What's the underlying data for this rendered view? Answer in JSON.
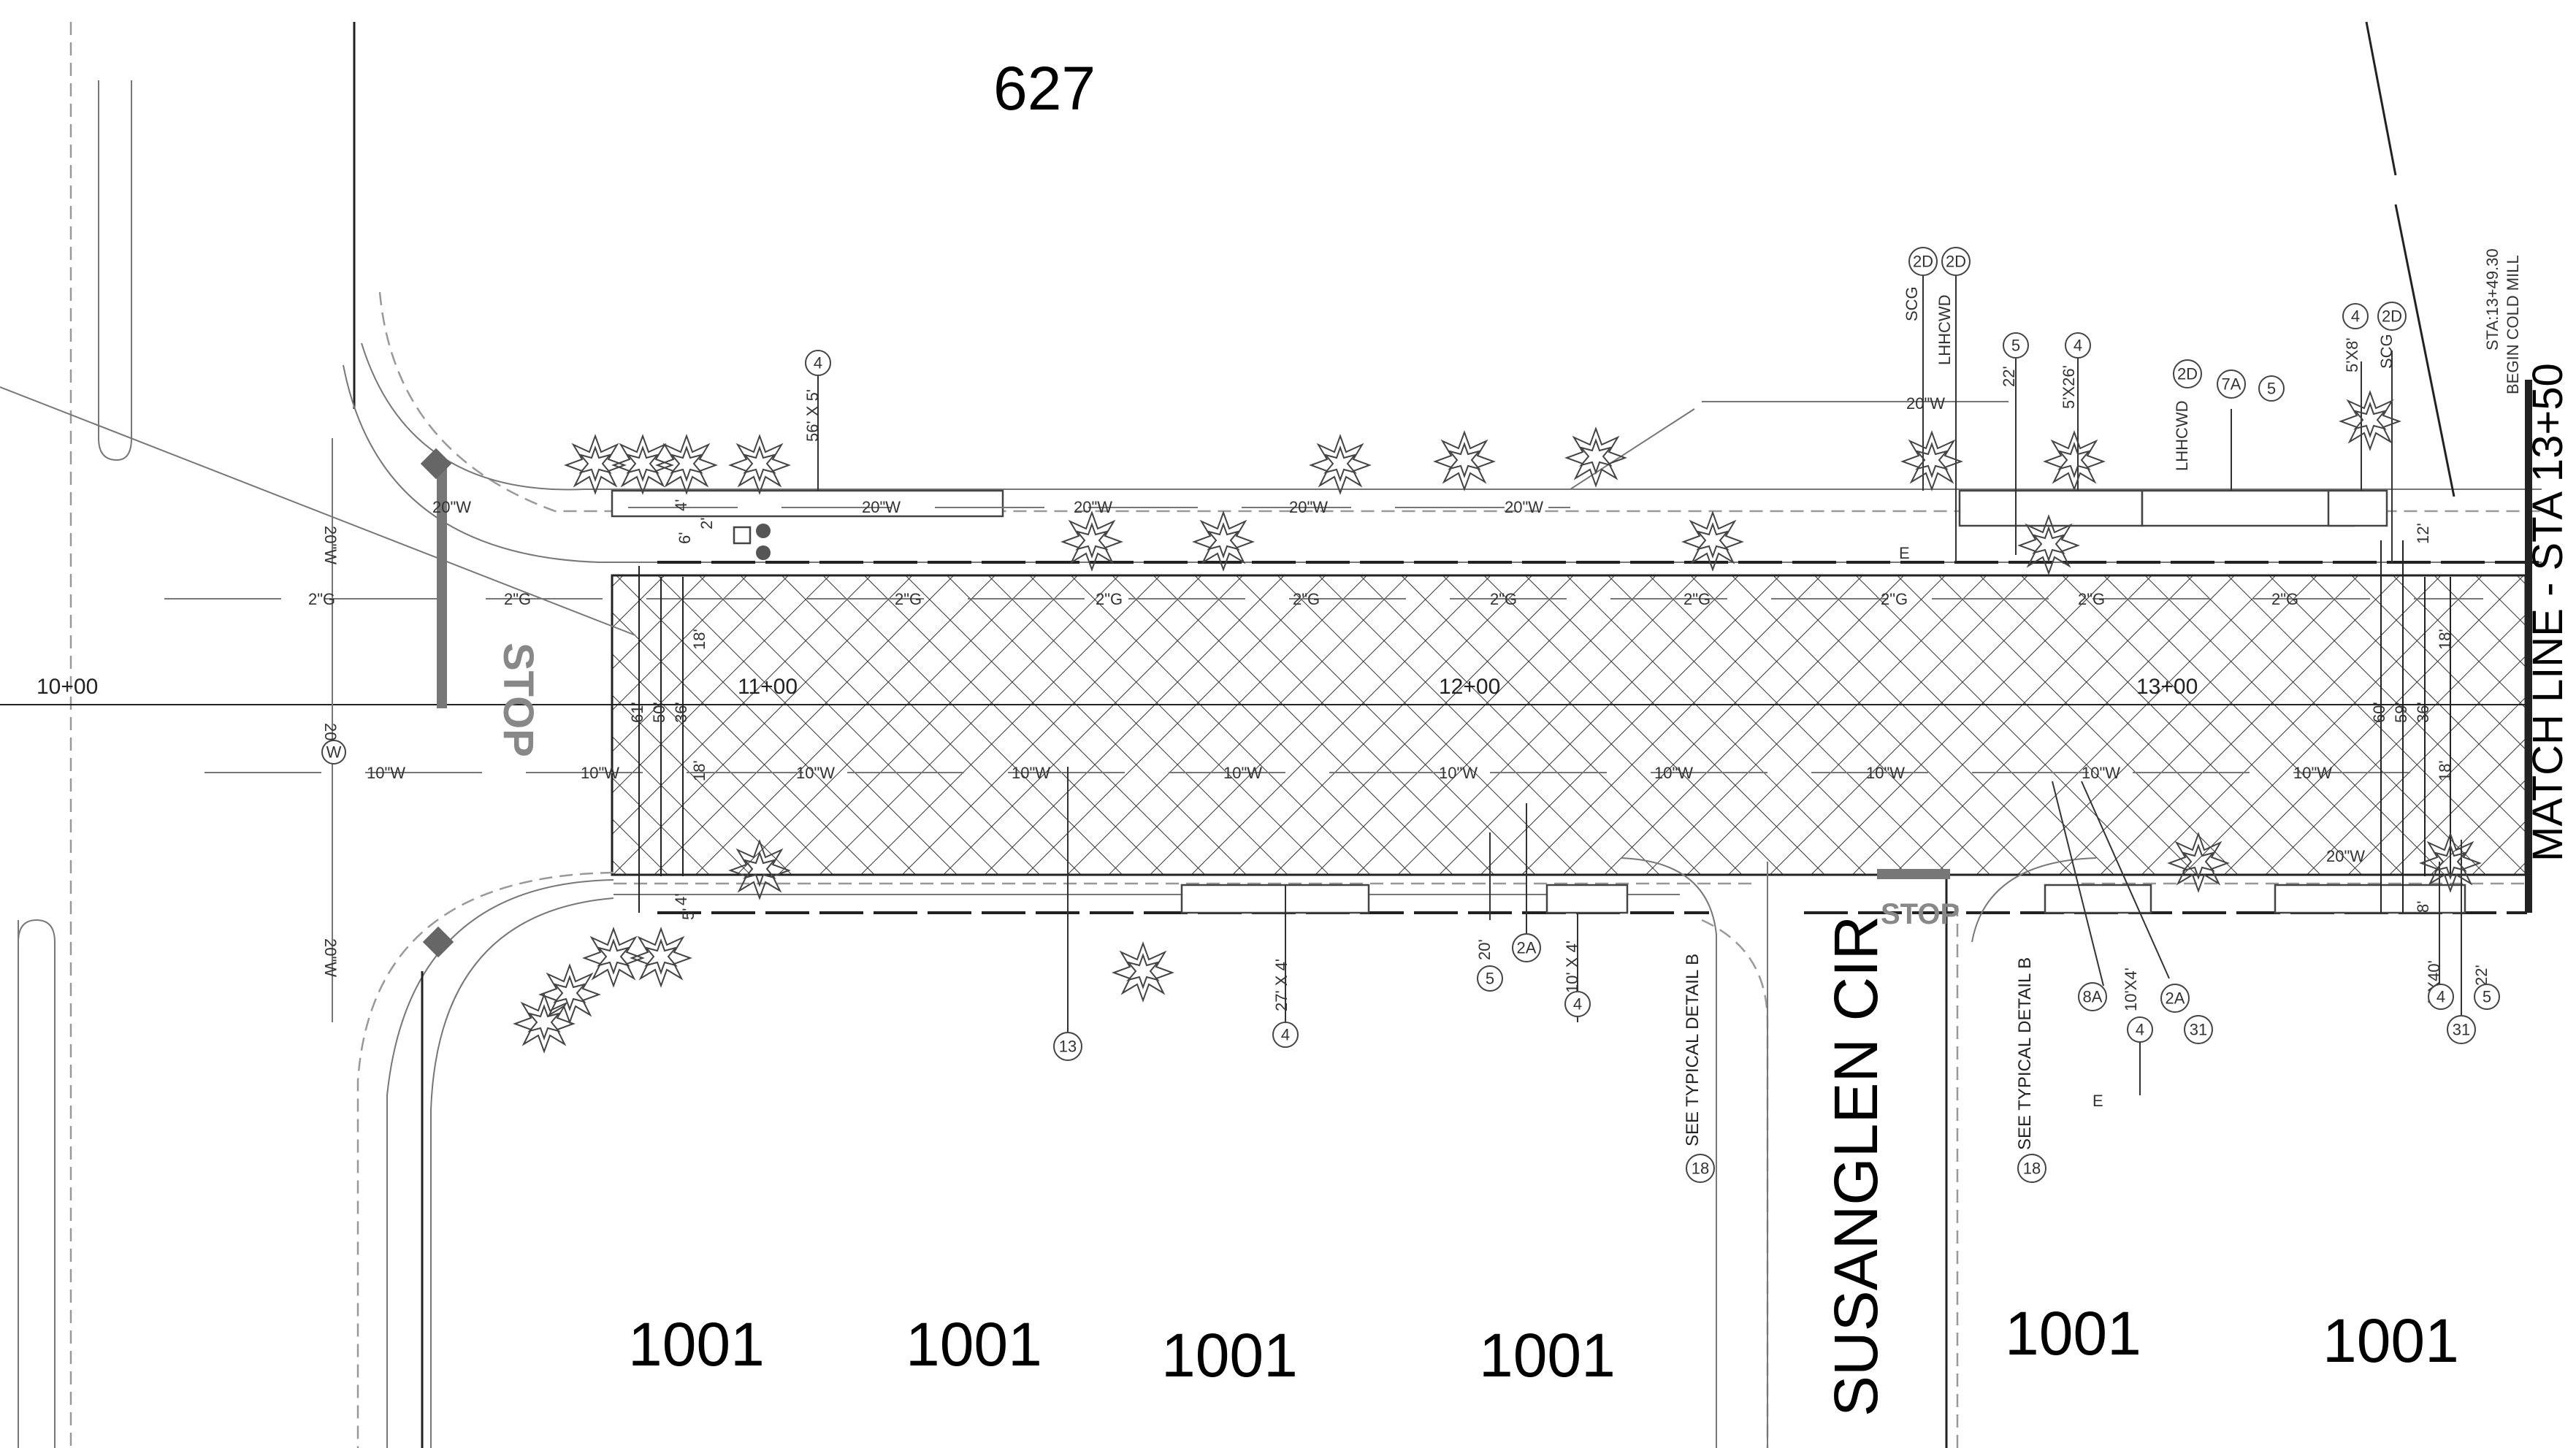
{
  "lot_labels": {
    "north": "627",
    "south": [
      "1001",
      "1001",
      "1001",
      "1001",
      "1001",
      "1001"
    ]
  },
  "street": "SUSANGLEN CIR",
  "match_line": "MATCH LINE - STA 13+50",
  "begin_note": [
    "STA:13+49.30",
    "BEGIN COLD MILL"
  ],
  "stations": [
    "10+00",
    "11+00",
    "12+00",
    "13+00"
  ],
  "stop_labels": [
    "STOP",
    "STOP"
  ],
  "see_detail": "SEE TYPICAL DETAIL B",
  "callouts": {
    "top": [
      {
        "id": "4"
      },
      {
        "id": "2D"
      },
      {
        "id": "2D"
      },
      {
        "id": "5"
      },
      {
        "id": "4"
      },
      {
        "id": "2D"
      },
      {
        "id": "7A"
      },
      {
        "id": "5"
      },
      {
        "id": "4"
      },
      {
        "id": "2D"
      }
    ],
    "bottom": [
      {
        "id": "13"
      },
      {
        "id": "4"
      },
      {
        "id": "5"
      },
      {
        "id": "2A"
      },
      {
        "id": "4"
      },
      {
        "id": "18"
      },
      {
        "id": "18"
      },
      {
        "id": "8A"
      },
      {
        "id": "2A"
      },
      {
        "id": "4"
      },
      {
        "id": "31"
      },
      {
        "id": "4"
      },
      {
        "id": "31"
      },
      {
        "id": "5"
      }
    ],
    "west": "W"
  },
  "top_labels": [
    "56' X 5'",
    "SCG",
    "LHHCWD",
    "22'",
    "5'X26'",
    "LHHCWD",
    "5'X8'",
    "SCG",
    "12'"
  ],
  "bottom_labels": [
    "27' X 4'",
    "20'",
    "10' X 4'",
    "10'X4'",
    "5'X40'",
    "22'",
    "8'",
    "5'",
    "4'"
  ],
  "utility_labels": {
    "water_20": "20\"W",
    "water_10": "10\"W",
    "gas_2": "2\"G",
    "elec": "E"
  },
  "dims": [
    "61'",
    "50'",
    "36'",
    "18'",
    "18'",
    "60'",
    "59'",
    "36'",
    "18'",
    "18'",
    "6'",
    "4'",
    "2'"
  ]
}
